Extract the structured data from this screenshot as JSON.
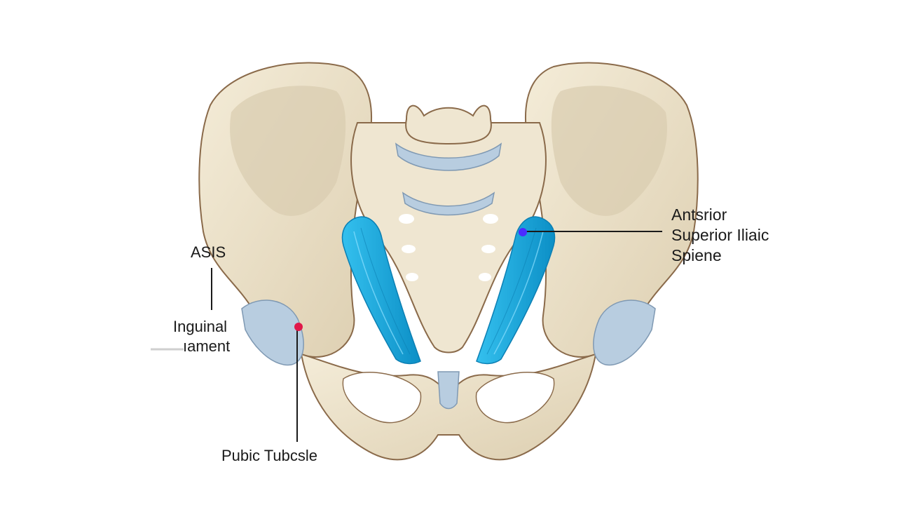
{
  "diagram": {
    "labels": {
      "asis": "ASIS",
      "inguinal_line1": "Inguinal",
      "inguinal_line2": "ıament",
      "pubic_tubercle": "Pubic Tubcsle",
      "right_label_lines": [
        "Antsrior",
        "Superior Iliaic",
        "Spiene"
      ]
    },
    "colors": {
      "bone": "#ede3cc",
      "bone_shade": "#d9ccaf",
      "bone_outline": "#8a6a4a",
      "cartilage": "#b8cde0",
      "ligament": "#1ea9dd",
      "ligament_dark": "#0c7fb3",
      "marker_red": "#e0184a",
      "marker_blue": "#4b2bff",
      "leader_line": "#1a1a1a"
    }
  }
}
